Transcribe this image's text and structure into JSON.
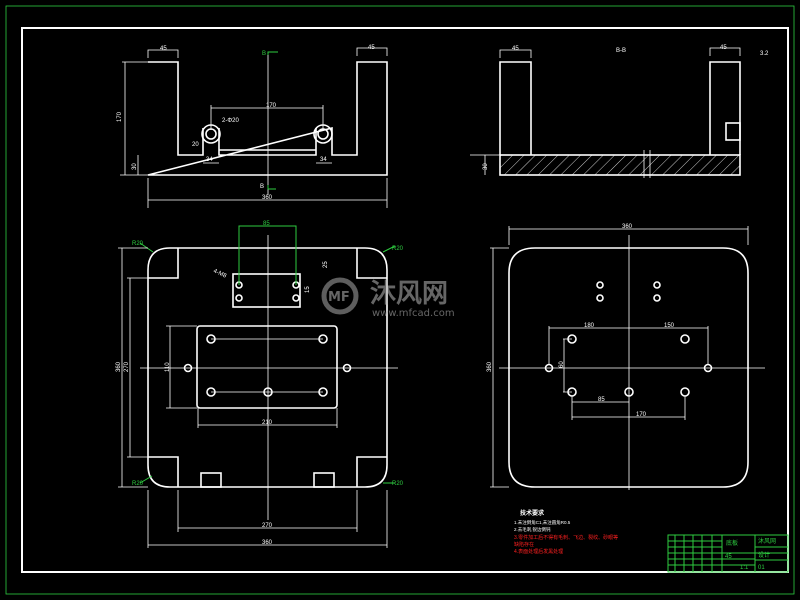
{
  "front_view": {
    "dims": {
      "left_width": "45",
      "right_width": "45",
      "height": "170",
      "base": "30",
      "span": "170",
      "total": "360",
      "hole_w1": "34",
      "hole_w2": "34",
      "section": "B",
      "hole_note": "2-Φ20",
      "depth": "20"
    }
  },
  "side_view": {
    "label": "B-B",
    "dims": {
      "left_width": "45",
      "right_width": "45",
      "height": "30",
      "roughness": "3.2"
    }
  },
  "plan_view": {
    "dims": {
      "top": "85",
      "inner_width": "210",
      "bottom": "270",
      "total": "360",
      "height_outer": "360",
      "height_inner": "270",
      "inner_height": "110",
      "small": "15",
      "small2": "25",
      "hole_note": "4-M8"
    },
    "corner_radius": "R20"
  },
  "bottom_view": {
    "dims": {
      "width": "360",
      "height": "360",
      "left": "180",
      "right": "150",
      "lower": "85",
      "lower2": "170",
      "v": "60"
    }
  },
  "notes": {
    "title": "技术要求",
    "lines": [
      "1.未注倒角C1,未注圆角R0.5",
      "2.去毛刺,锐边倒钝"
    ],
    "red_lines": [
      "3.零件加工后不得有毛刺、飞边、裂纹、砂眼等",
      "  缺陷存在",
      "4.表面处理后发黑处理"
    ]
  },
  "title_block": {
    "part": "底板",
    "material": "45",
    "scale": "1:1",
    "company": "沐风网",
    "drawing_no": "01",
    "designer": "设计"
  },
  "watermark": {
    "brand": "沐风网",
    "url": "www.mfcad.com"
  }
}
